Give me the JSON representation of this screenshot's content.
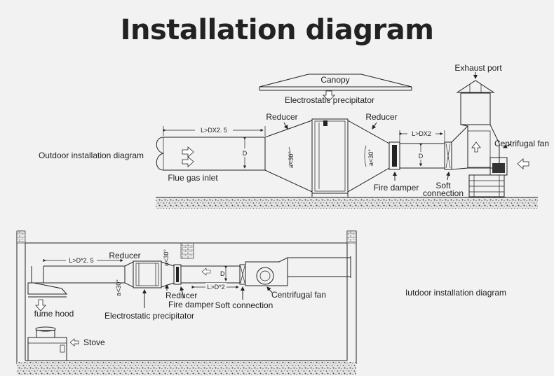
{
  "title": "Installation diagram",
  "top": {
    "canopy": "Canopy",
    "electrostatic_precipitator": "Electrostatic precipitator",
    "exhaust_port": "Exhaust port",
    "reducer_left": "Reducer",
    "reducer_right": "Reducer",
    "centrifugal_fan": "Centrifugal fan",
    "outdoor_installation_diagram": "Outdoor installation diagram",
    "flue_gas_inlet": "Flue gas inlet",
    "fire_damper": "Fire damper",
    "soft_connection_1": "Soft",
    "soft_connection_2": "connection",
    "dim_left": "L>DX2. 5",
    "dim_right": "L>DX2",
    "d_left": "D",
    "d_right": "D",
    "angle_left": "a<30°",
    "angle_right": "a<30°"
  },
  "bottom": {
    "reducer_top": "Reducer",
    "fume_hood": "fume hood",
    "electrostatic_precipitator": "Electrostatic precipitator",
    "reducer_bottom": "Reducer",
    "fire_damper": "Fire damper",
    "soft_connection": "Soft connection",
    "centrifugal_fan": "Centrifugal fan",
    "stove": "Stove",
    "outdoor_installation_diagram": "Iutdoor installation diagram",
    "dim_left": "L>D*2. 5",
    "dim_right": "L>D*2",
    "angle_top": "a<30°",
    "angle_left": "a<30°",
    "d_label": "D"
  }
}
